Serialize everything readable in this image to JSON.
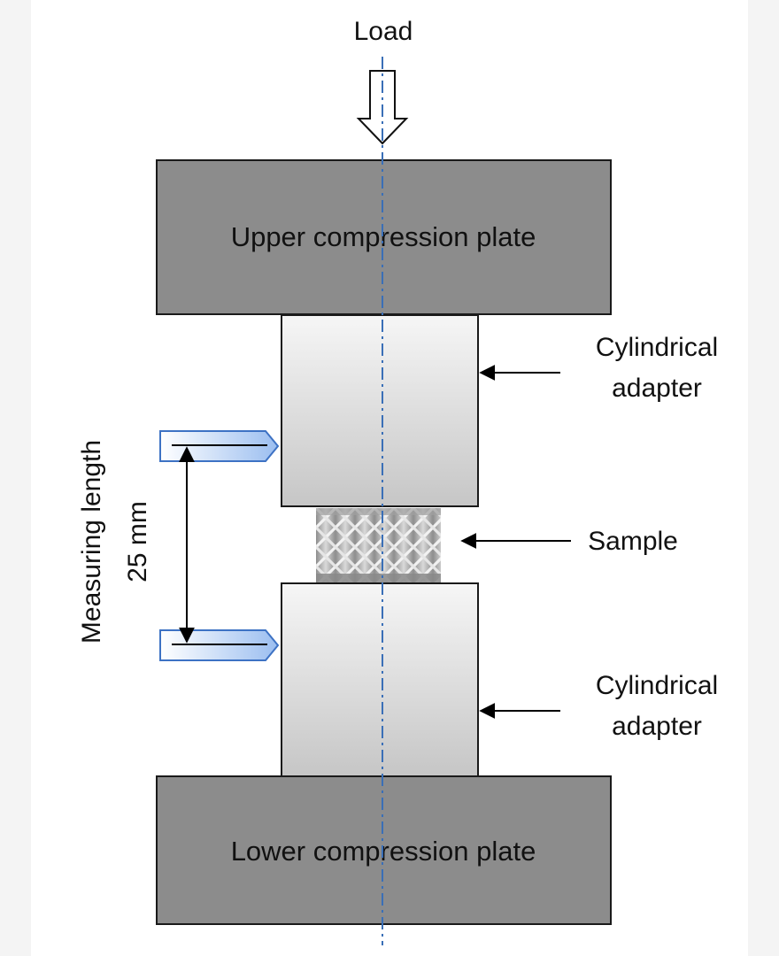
{
  "labels": {
    "load": "Load",
    "upper_plate": "Upper compression plate",
    "lower_plate": "Lower compression plate",
    "upper_adapter_line1": "Cylindrical",
    "upper_adapter_line2": "adapter",
    "lower_adapter_line1": "Cylindrical",
    "lower_adapter_line2": "adapter",
    "sample": "Sample",
    "measuring_length": "Measuring length",
    "measuring_value": "25 mm"
  },
  "colors": {
    "background": "#f4f4f4",
    "plate_fill": "#8c8c8c",
    "adapter_fill_light": "#f4f4f4",
    "adapter_fill_dark": "#c9c9c9",
    "axis_line": "#3a6fb7",
    "extensometer_fill_light": "#ffffff",
    "extensometer_fill_dark": "#9dbff0",
    "extensometer_stroke": "#3d72c4"
  }
}
